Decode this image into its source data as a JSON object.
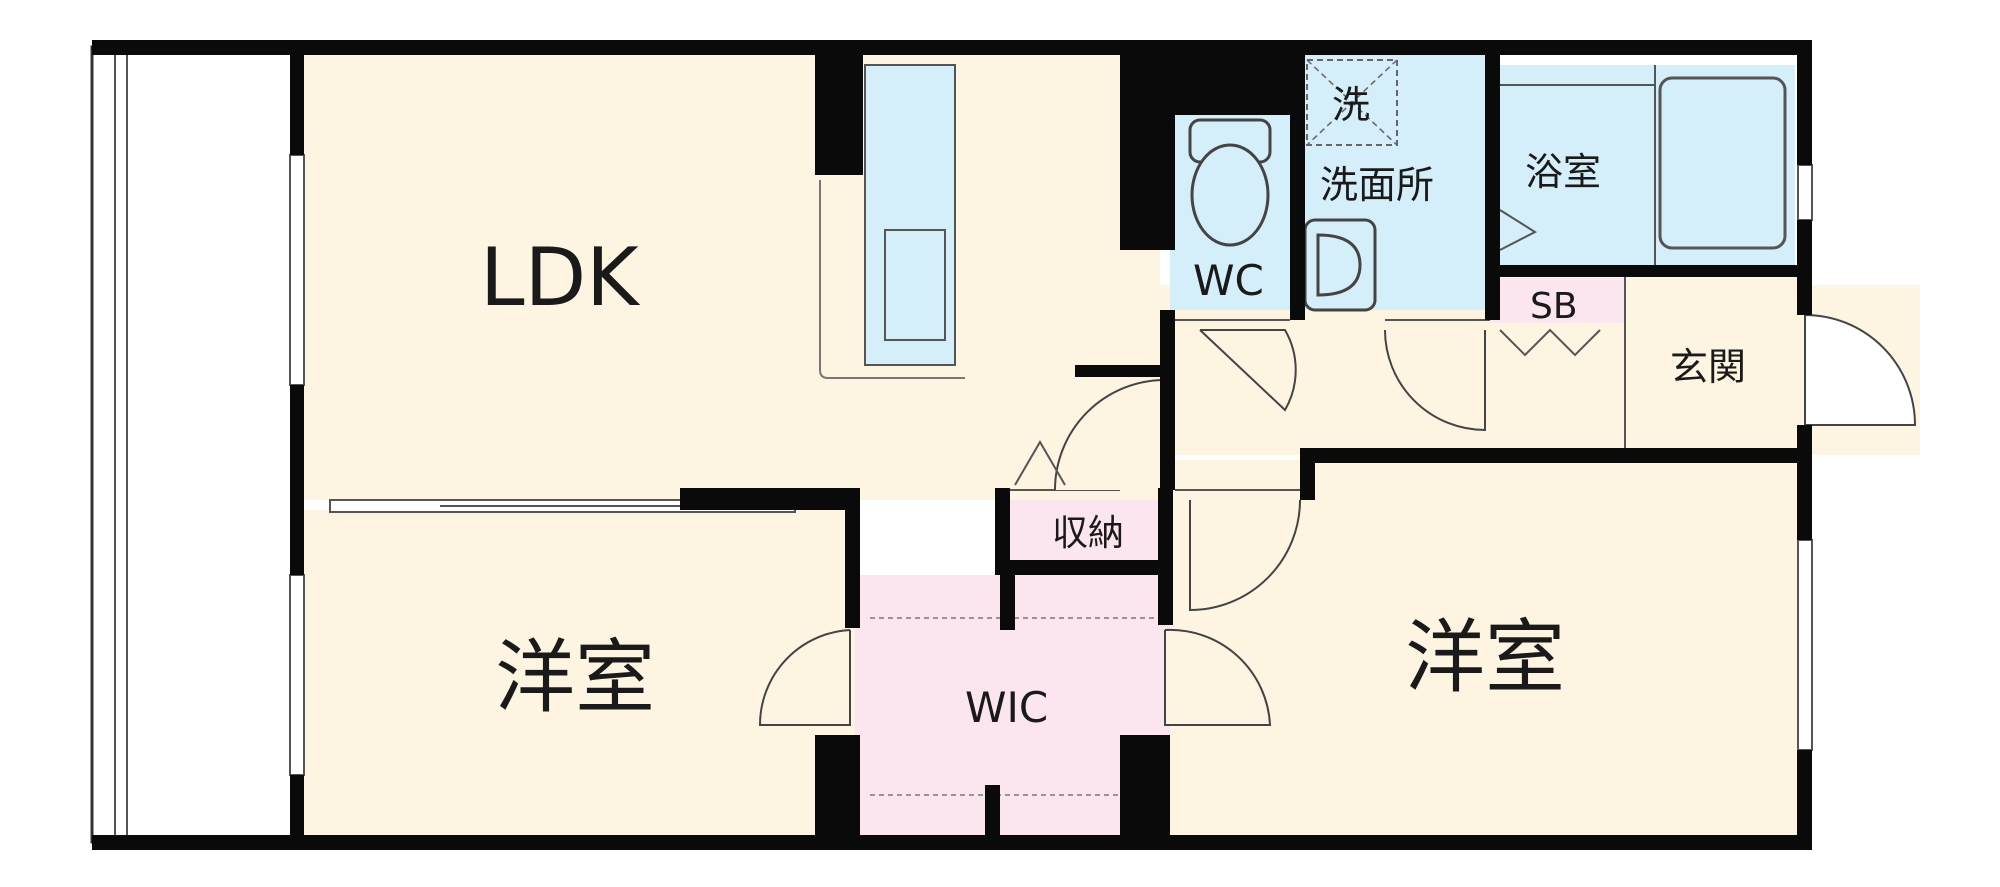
{
  "rooms": {
    "ldk": "LDK",
    "western_left": "洋室",
    "western_right": "洋室",
    "wic": "WIC",
    "storage": "収納",
    "wc": "WC",
    "washroom": "洗面所",
    "washer": "洗",
    "bathroom": "浴室",
    "shoe_box": "SB",
    "entrance": "玄関"
  },
  "colors": {
    "room_fill": "#fdf5e1",
    "wet_area_fill": "#d4eefa",
    "closet_fill": "#fbe6ef",
    "wall": "#0a0a0a",
    "balcony": "#ffffff"
  }
}
